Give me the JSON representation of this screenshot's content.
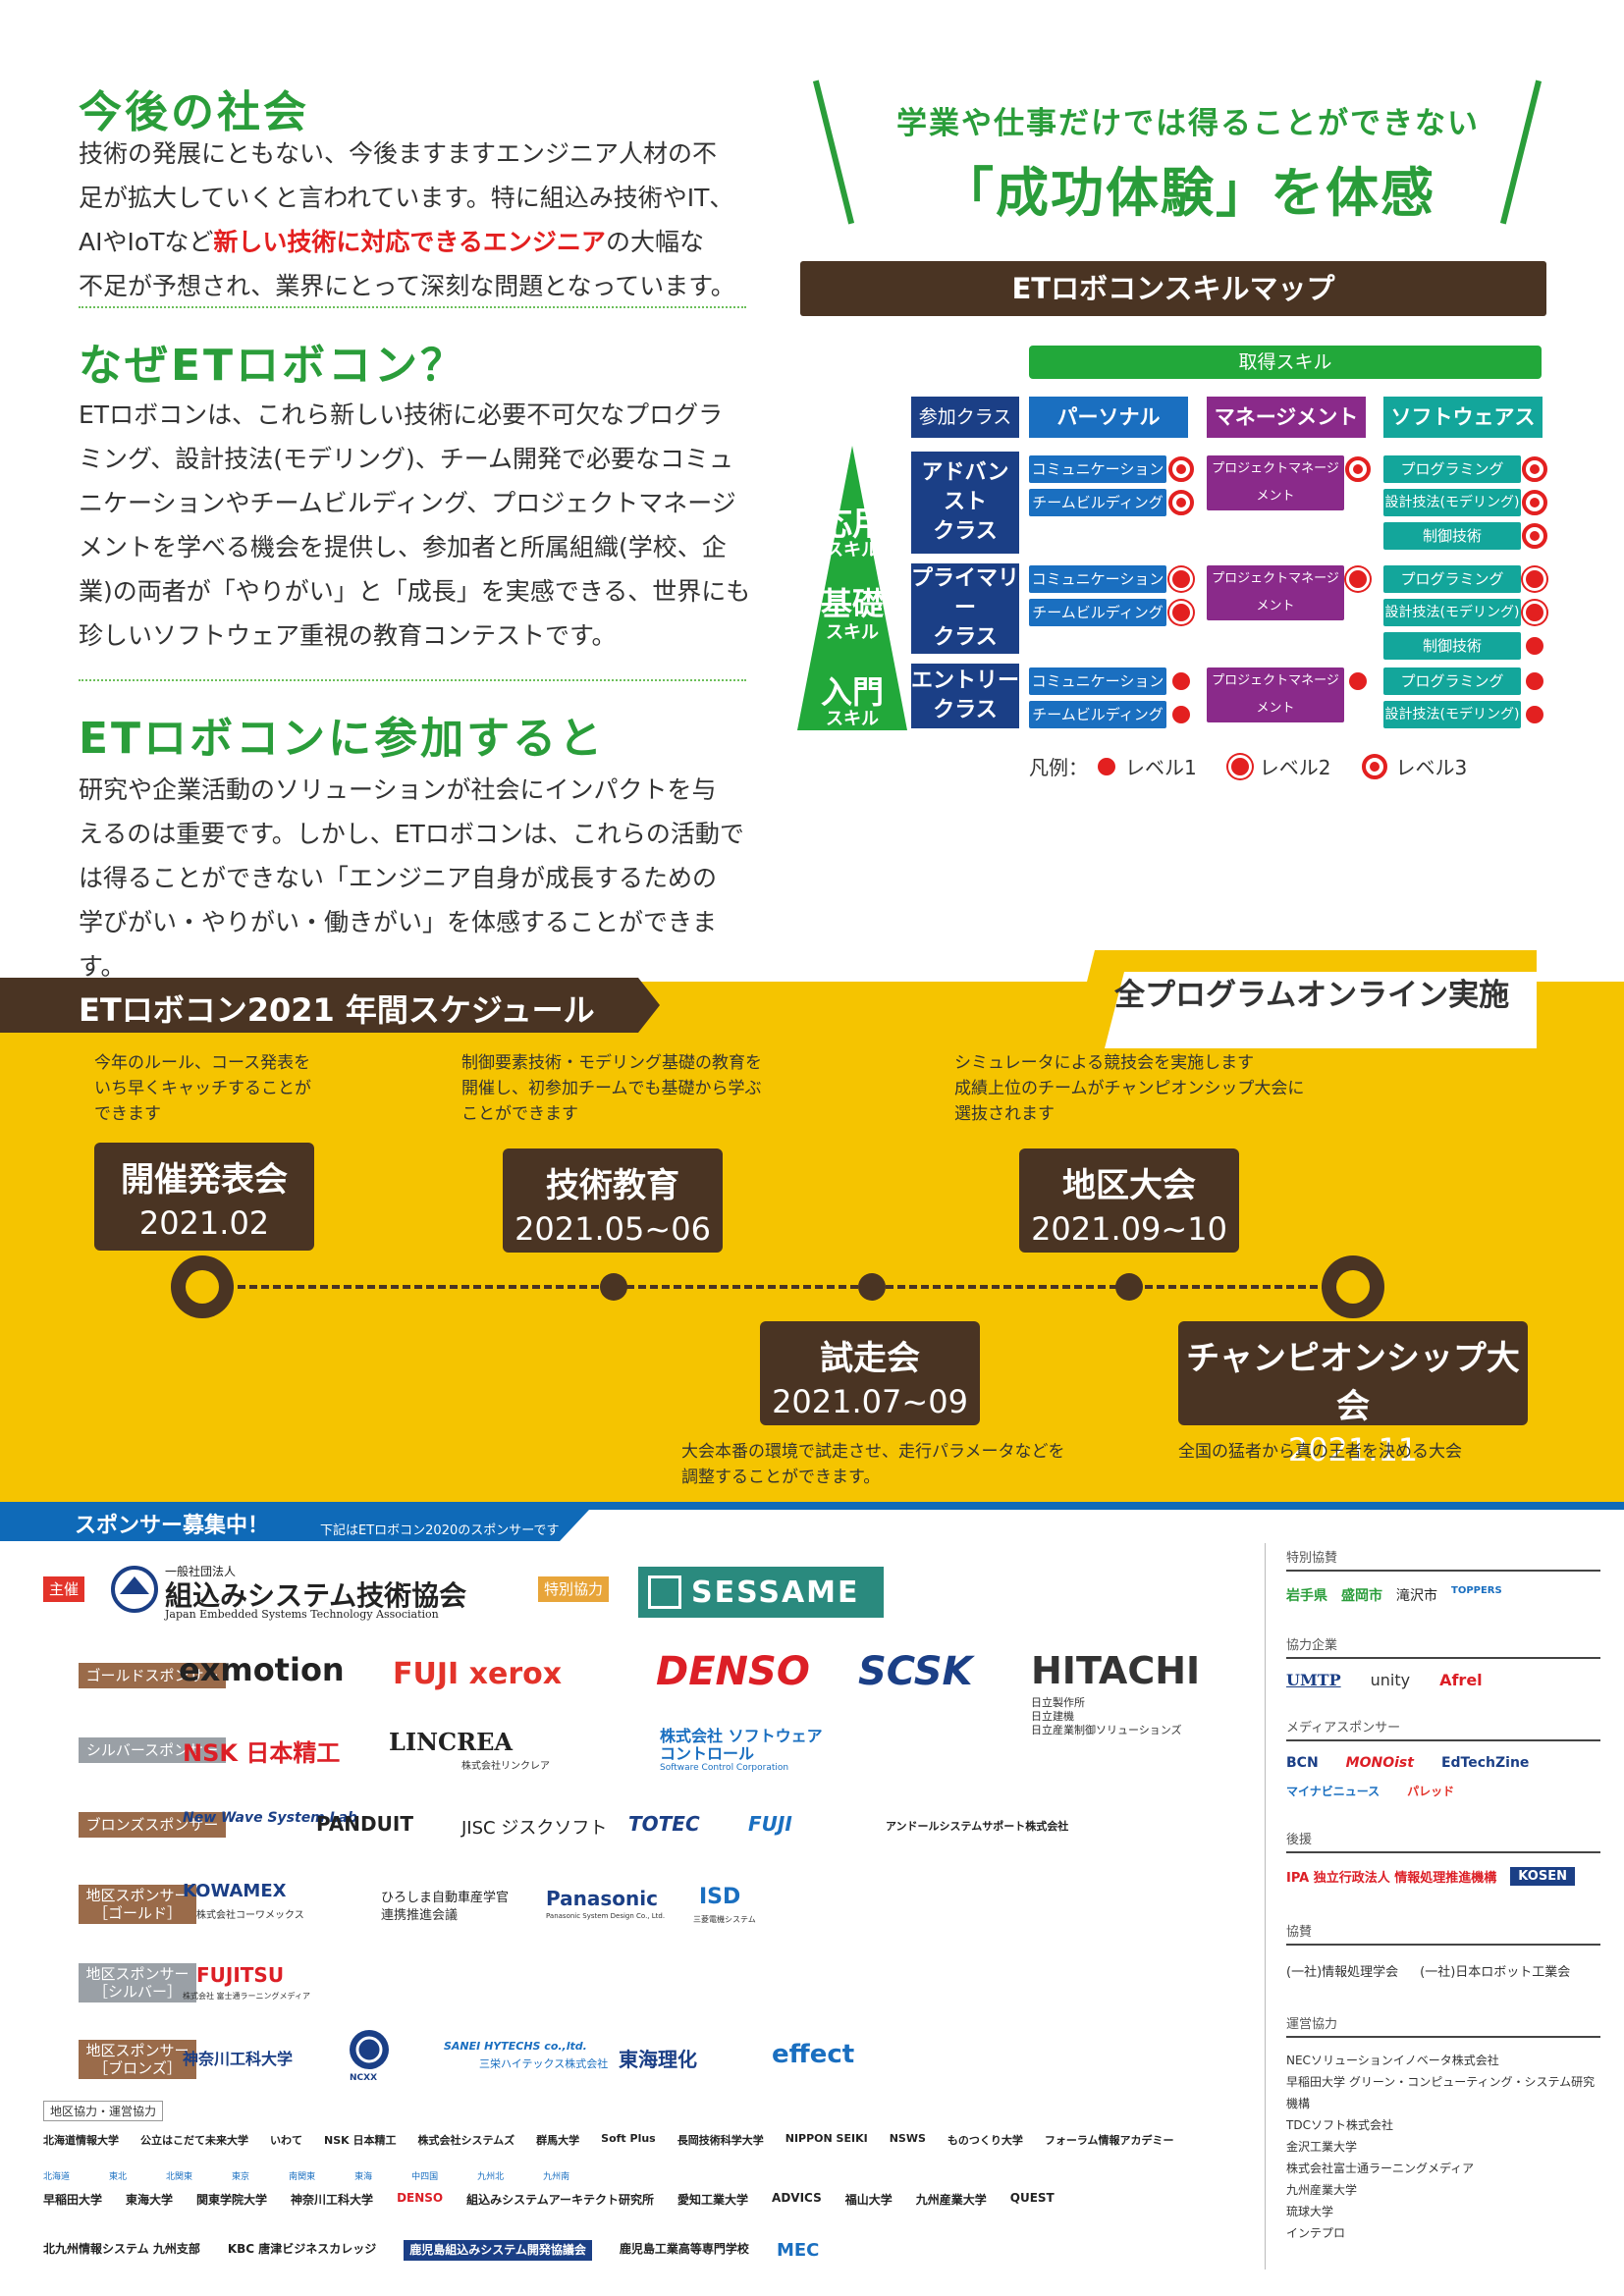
{
  "intro": {
    "future_title": "今後の社会",
    "future_lines": [
      "技術の発展にともない、今後ますますエンジニア人材の不",
      "足が拡大していくと言われています。特に組込み技術やIT、"
    ],
    "future_line3_pre": "AIやIoTなど",
    "future_line3_red": "新しい技術に対応できるエンジニア",
    "future_line3_post": "の大幅な",
    "future_line4": "不足が予想され、業界にとって深刻な問題となっています。",
    "why_title": "なぜETロボコン？",
    "why_lines": [
      "ETロボコンは、これら新しい技術に必要不可欠なプログラ",
      "ミング、設計技法(モデリング)、チーム開発で必要なコミュ",
      "ニケーションやチームビルディング、プロジェクトマネージ",
      "メントを学べる機会を提供し、参加者と所属組織(学校、企",
      "業)の両者が「やりがい」と「成長」を実感できる、世界にも",
      "珍しいソフトウェア重視の教育コンテストです。"
    ],
    "join_title": "ETロボコンに参加すると",
    "join_lines": [
      "研究や企業活動のソリューションが社会にインパクトを与",
      "えるのは重要です。しかし、ETロボコンは、これらの活動で",
      "は得ることができない「エンジニア自身が成長するための",
      "学びがい・やりがい・働きがい」を体感することができます。"
    ]
  },
  "skillmap": {
    "headline1": "学業や仕事だけでは得ることができない",
    "headline2": "「成功体験」を体感",
    "bar_title": "ETロボコンスキルマップ",
    "acquired": "取得スキル",
    "class_header": "参加クラス",
    "col_personal": "パーソナル",
    "col_management": "マネージメント",
    "col_software": "ソフトウェアスキル",
    "pyr_applied": "応用",
    "pyr_basic": "基礎",
    "pyr_intro": "入門",
    "pyr_skill": "スキル",
    "class_advanced": [
      "アドバンスト",
      "クラス"
    ],
    "class_primary": [
      "プライマリー",
      "クラス"
    ],
    "class_entry": [
      "エントリー",
      "クラス"
    ],
    "communication": "コミュニケーション",
    "teambuilding": "チームビルディング",
    "project_mgmt": "プロジェクトマネージメント",
    "programming": "プログラミング",
    "design": "設計技法(モデリング)",
    "control": "制御技術",
    "legend_label": "凡例：",
    "legend_1": "レベル1",
    "legend_2": "レベル2",
    "legend_3": "レベル3",
    "colors": {
      "green": "#22a83a",
      "blue": "#1a6fc0",
      "purple": "#8a2a8a",
      "teal": "#13a69b",
      "navy": "#1b3f86",
      "red": "#e32020"
    }
  },
  "schedule": {
    "title": "ETロボコン2021 年間スケジュール",
    "online": "全プログラムオンライン実施",
    "events": [
      {
        "name": "開催発表会",
        "date": "2021.02",
        "desc": [
          "今年のルール、コース発表を",
          "いち早くキャッチすることが",
          "できます"
        ]
      },
      {
        "name": "技術教育",
        "date": "2021.05~06",
        "desc": [
          "制御要素技術・モデリング基礎の教育を",
          "開催し、初参加チームでも基礎から学ぶ",
          "ことができます"
        ]
      },
      {
        "name": "試走会",
        "date": "2021.07~09",
        "desc": [
          "大会本番の環境で試走させ、走行パラメータなどを",
          "調整することができます。"
        ]
      },
      {
        "name": "地区大会",
        "date": "2021.09~10",
        "desc": [
          "シミュレータによる競技会を実施します",
          "成績上位のチームがチャンピオンシップ大会に",
          "選抜されます"
        ]
      },
      {
        "name": "チャンピオンシップ大会",
        "date": "2021.11",
        "desc": [
          "全国の猛者から真の王者を決める大会"
        ]
      }
    ],
    "colors": {
      "yellow": "#f5c400",
      "brown": "#4a3423"
    }
  },
  "sponsors": {
    "recruit": "スポンサー募集中！",
    "note": "下記はETロボコン2020のスポンサーです",
    "host_label": "主催",
    "host_small": "一般社団法人",
    "host_name": "組込みシステム技術協会",
    "host_en": "Japan Embedded Systems Technology Association",
    "special_label": "特別協力",
    "special_name": "SESSAME",
    "gold_label": "ゴールドスポンサー",
    "gold": [
      "exmotion",
      "FUJI xerox",
      "DENSO",
      "SCSK",
      "HITACHI"
    ],
    "hitachi_sub": [
      "日立製作所",
      "日立建機",
      "日立産業制御ソリューションズ"
    ],
    "silver_label": "シルバースポンサー",
    "silver": [
      "NSK 日本精工",
      "LINCREA",
      "株式会社 ソフトウェアコントロール"
    ],
    "lincrea_sub": "株式会社リンクレア",
    "swc_en": "Software Control Corporation",
    "bronze_label": "ブロンズスポンサー",
    "bronze": [
      "New Wave System Lab",
      "PANDUIT",
      "JISC ジスクソフト",
      "TOTEC",
      "FUJI",
      "アンドールシステムサポート株式会社"
    ],
    "rgold_label": [
      "地区スポンサー",
      "［ゴールド］"
    ],
    "rgold": [
      "KOWAMEX",
      "ひろしま自動車産学官",
      "Panasonic",
      "ISD"
    ],
    "kowamex_sub": "株式会社コーワメックス",
    "hiroshima_sub": "連携推進会議",
    "panasonic_sub": "Panasonic System Design Co., Ltd.",
    "isd_sub": "三菱電機システム",
    "rsilver_label": [
      "地区スポンサー",
      "［シルバー］"
    ],
    "rsilver": [
      "FUJITSU"
    ],
    "fujitsu_sub": "株式会社 富士通ラーニングメディア",
    "rbronze_label": [
      "地区スポンサー",
      "［ブロンズ］"
    ],
    "rbronze": [
      "神奈川工科大学",
      "NCXX",
      "SANEI HYTECHS co.,ltd.",
      "東海理化",
      "effect"
    ],
    "sanei_sub": "三栄ハイテックス株式会社",
    "regional_label": "地区協力・運営協力",
    "regional_row1": [
      "北海道情報大学",
      "公立はこだて未来大学",
      "いわて",
      "NSK 日本精工",
      "株式会社システムズ",
      "群馬大学",
      "Soft Plus",
      "長岡技術科学大学",
      "NIPPON SEIKI",
      "NSWS",
      "ものつくり大学",
      "フォーラム情報アカデミー"
    ],
    "regional_row2": [
      "早稲田大学",
      "東海大学",
      "関東学院大学",
      "神奈川工科大学",
      "DENSO",
      "組込みシステムアーキテクト研究所",
      "愛知工業大学",
      "ADVICS",
      "福山大学",
      "九州産業大学",
      "QUEST"
    ],
    "regional_row3": [
      "北九州情報システム 九州支部",
      "KBC 唐津ビジネスカレッジ",
      "鹿児島組込みシステム開発協議会",
      "鹿児島工業高等専門学校",
      "MEC"
    ],
    "region_tags": [
      "北海道",
      "東北",
      "北関東",
      "東京",
      "南関東",
      "東海",
      "中四国",
      "九州北",
      "九州南"
    ],
    "right": {
      "special_coop": "特別協賛",
      "special_coop_items": [
        "岩手県",
        "盛岡市",
        "滝沢市",
        "TOPPERS"
      ],
      "corp_coop": "協力企業",
      "corp_items": [
        "UMTP",
        "unity",
        "Afrel"
      ],
      "media": "メディアスポンサー",
      "media_items": [
        "BCN",
        "MONOist",
        "EdTechZine",
        "マイナビニュース",
        "パレッド"
      ],
      "support": "後援",
      "support_items": [
        "IPA 独立行政法人 情報処理推進機構",
        "KOSEN"
      ],
      "assoc": "協賛",
      "assoc_items": [
        "(一社)情報処理学会",
        "(一社)日本ロボット工業会"
      ],
      "ops": "運営協力",
      "ops_items": [
        "NECソリューションイノベータ株式会社",
        "早稲田大学 グリーン・コンピューティング・システム研究機構",
        "TDCソフト株式会社",
        "金沢工業大学",
        "株式会社富士通ラーニングメディア",
        "九州産業大学",
        "琉球大学",
        "インテプロ"
      ]
    }
  }
}
